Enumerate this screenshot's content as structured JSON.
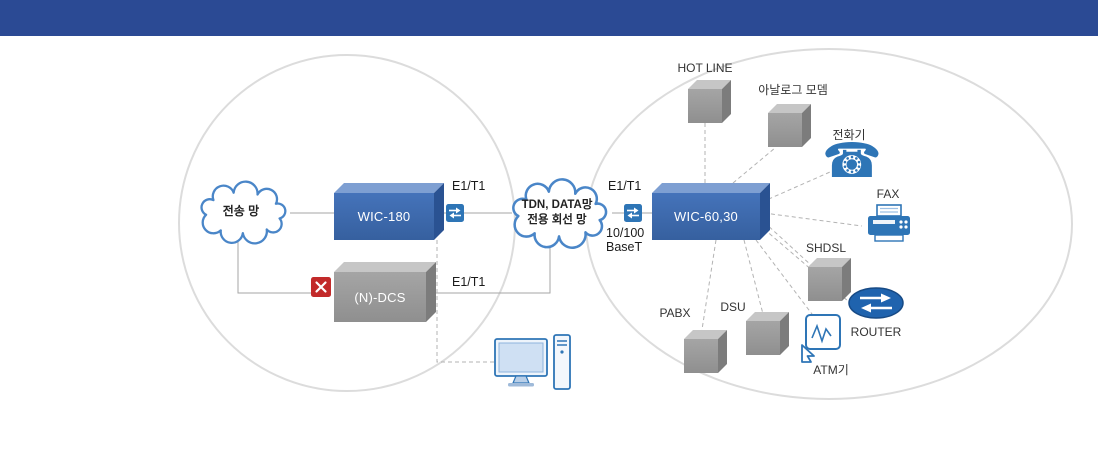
{
  "colors": {
    "header_bg": "#2b4a94",
    "box_blue": "#3c6ab2",
    "box_gray": "#9a9a9a",
    "accent_blue": "#2e75b6",
    "cloud_stroke": "#4a86c8",
    "mux_red": "#c22a2a",
    "circle_stroke": "#dcdcdc",
    "line_gray": "#a6a6a6"
  },
  "left_circle": {
    "cloud_label": "전송 망",
    "wic180_label": "WIC-180",
    "ndcs_label": "(N)-DCS",
    "link_top_label": "E1/T1",
    "link_bottom_label": "E1/T1"
  },
  "center_cloud": {
    "line1": "TDN, DATA망",
    "line2": "전용 회선 망"
  },
  "right_circle": {
    "link_label": "E1/T1",
    "baset_line1": "10/100",
    "baset_line2": "BaseT",
    "wic6030_label": "WIC-60,30",
    "devices": {
      "hotline": "HOT LINE",
      "analog_modem": "아날로그 모뎀",
      "phone": "전화기",
      "fax": "FAX",
      "shdsl": "SHDSL",
      "router": "ROUTER",
      "atm": "ATM기",
      "dsu": "DSU",
      "pabx": "PABX"
    }
  },
  "icons": {
    "switch_icon": "ethernet-switch",
    "mux_icon": "mux",
    "phone_glyph": "☎",
    "pc_icon": "desktop-computer",
    "fax_icon": "fax-machine",
    "router_icon": "router",
    "atm_icon": "atm-terminal"
  }
}
